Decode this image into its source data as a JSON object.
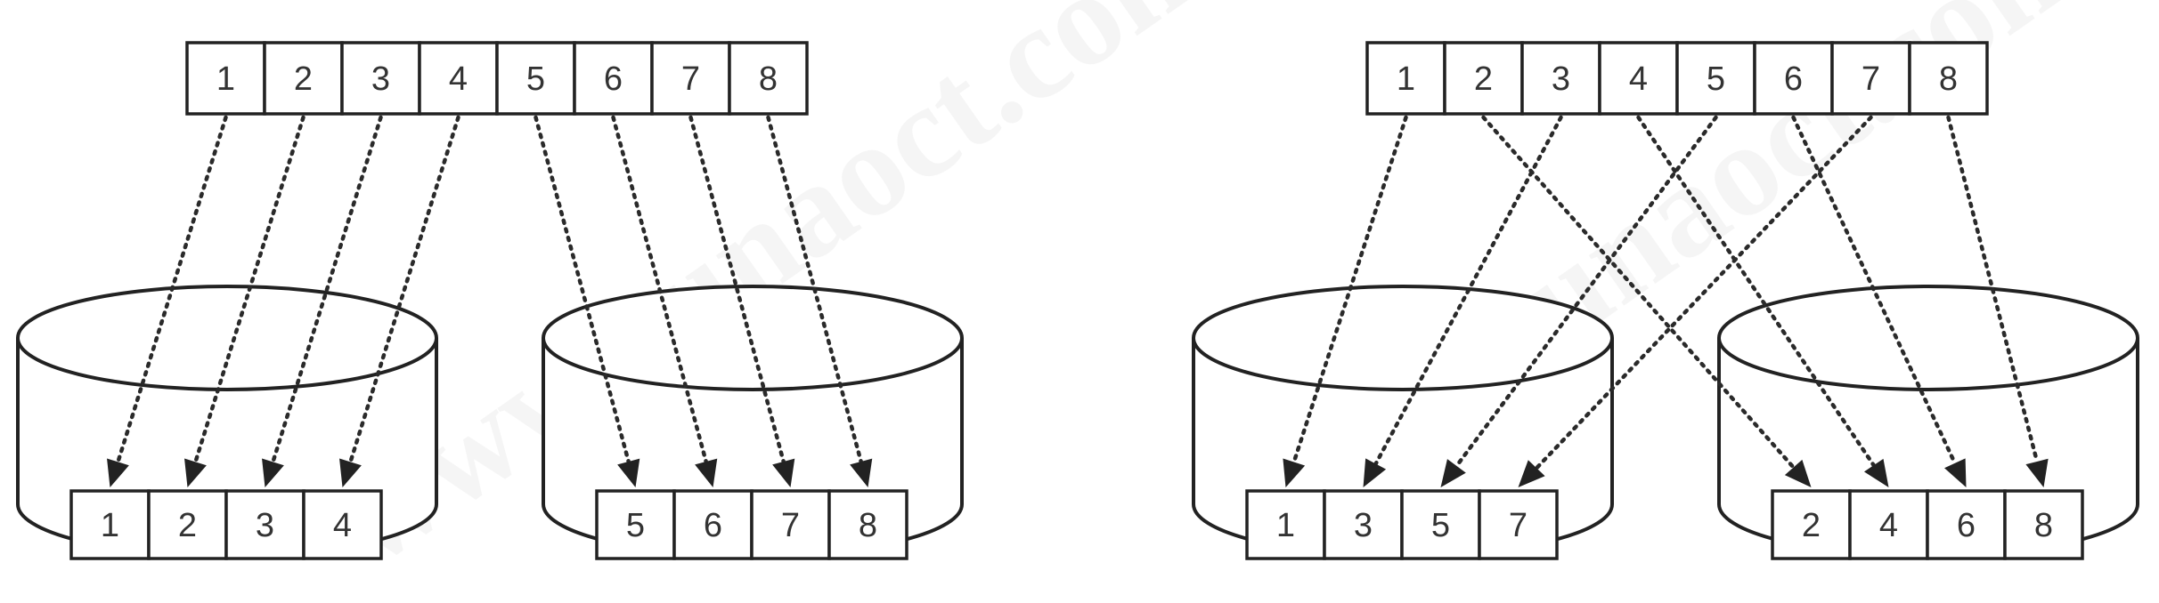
{
  "diagrams": [
    {
      "name": "left",
      "source_cells": [
        "1",
        "2",
        "3",
        "4",
        "5",
        "6",
        "7",
        "8"
      ],
      "buckets": [
        [
          "1",
          "2",
          "3",
          "4"
        ],
        [
          "5",
          "6",
          "7",
          "8"
        ]
      ],
      "mapping": [
        [
          0,
          0
        ],
        [
          0,
          1
        ],
        [
          0,
          2
        ],
        [
          0,
          3
        ],
        [
          1,
          0
        ],
        [
          1,
          1
        ],
        [
          1,
          2
        ],
        [
          1,
          3
        ]
      ]
    },
    {
      "name": "right",
      "source_cells": [
        "1",
        "2",
        "3",
        "4",
        "5",
        "6",
        "7",
        "8"
      ],
      "buckets": [
        [
          "1",
          "3",
          "5",
          "7"
        ],
        [
          "2",
          "4",
          "6",
          "8"
        ]
      ],
      "mapping": [
        [
          0,
          0
        ],
        [
          1,
          0
        ],
        [
          0,
          1
        ],
        [
          1,
          1
        ],
        [
          0,
          2
        ],
        [
          1,
          2
        ],
        [
          0,
          3
        ],
        [
          1,
          3
        ]
      ]
    }
  ],
  "watermark": "www.gunaoct.com"
}
